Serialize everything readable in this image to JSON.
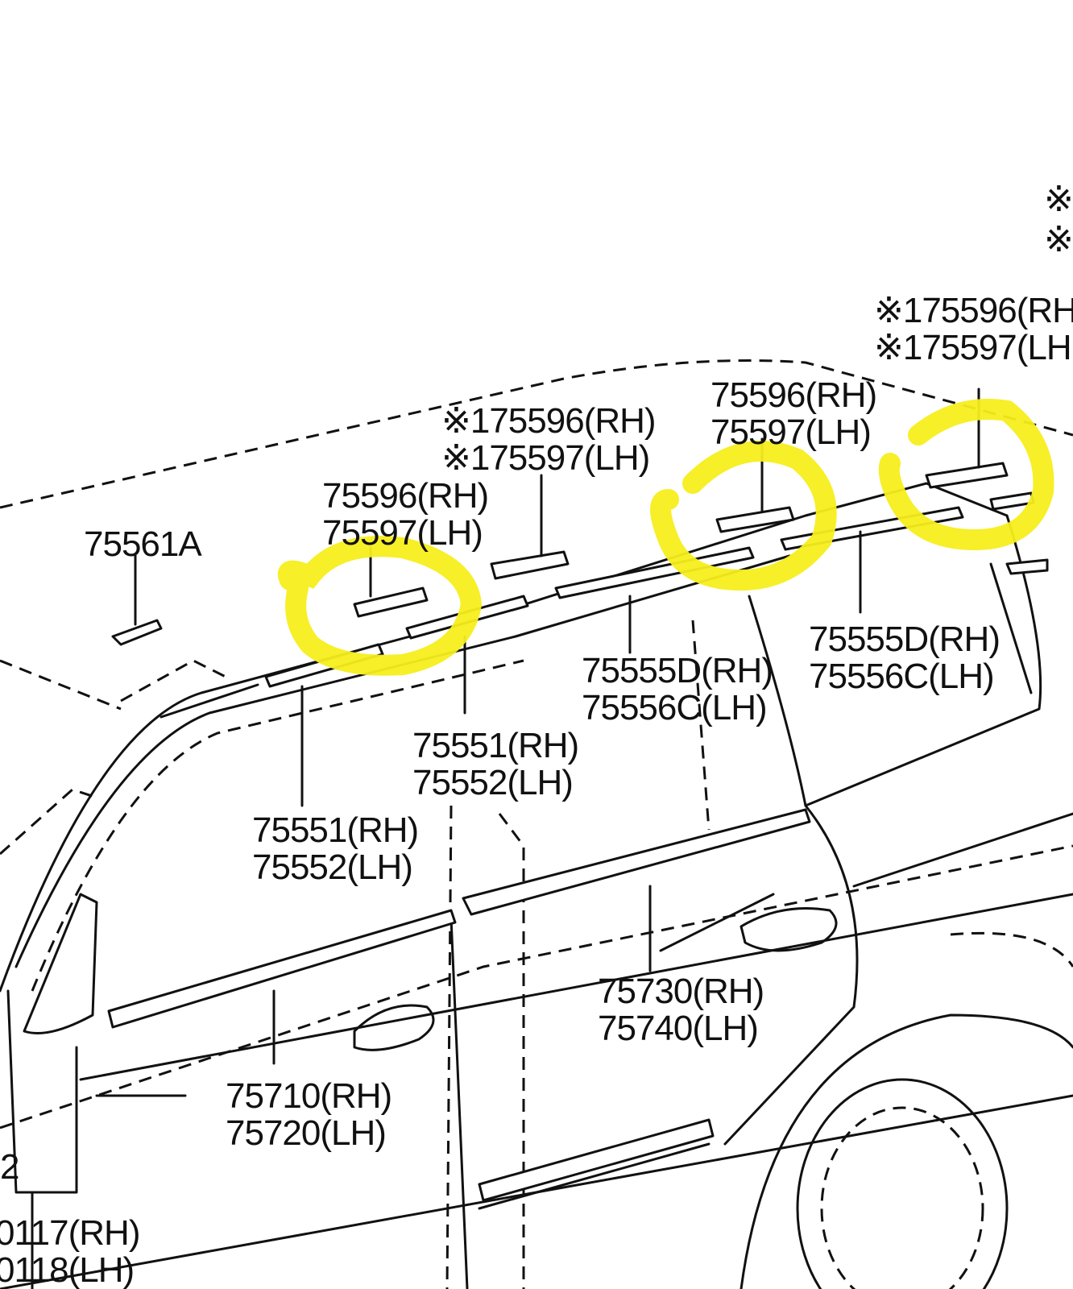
{
  "colors": {
    "line": "#111111",
    "highlight": "#f7ee1c",
    "background": "#ffffff"
  },
  "labels": {
    "lbl_75561A": "75561A",
    "lbl_75596_a": "75596(RH)",
    "lbl_75597_a": "75597(LH)",
    "lbl_x175596_a": "※175596(RH)",
    "lbl_x175597_a": "※175597(LH)",
    "lbl_75596_b": "75596(RH)",
    "lbl_75597_b": "75597(LH)",
    "lbl_x175596_b": "※175596(RH",
    "lbl_x175597_b": "※175597(LH",
    "lbl_mark_top1": "※",
    "lbl_mark_top2": "※",
    "lbl_75555D_a": "75555D(RH)",
    "lbl_75556C_a": "75556C(LH)",
    "lbl_75555D_b": "75555D(RH)",
    "lbl_75556C_b": "75556C(LH)",
    "lbl_75551_a": "75551(RH)",
    "lbl_75552_a": "75552(LH)",
    "lbl_75551_b": "75551(RH)",
    "lbl_75552_b": "75552(LH)",
    "lbl_75730": "75730(RH)",
    "lbl_75740": "75740(LH)",
    "lbl_75710": "75710(RH)",
    "lbl_75720": "75720(LH)",
    "lbl_partial_2": "2",
    "lbl_0117": "0117(RH)",
    "lbl_0118": "0118(LH)"
  }
}
